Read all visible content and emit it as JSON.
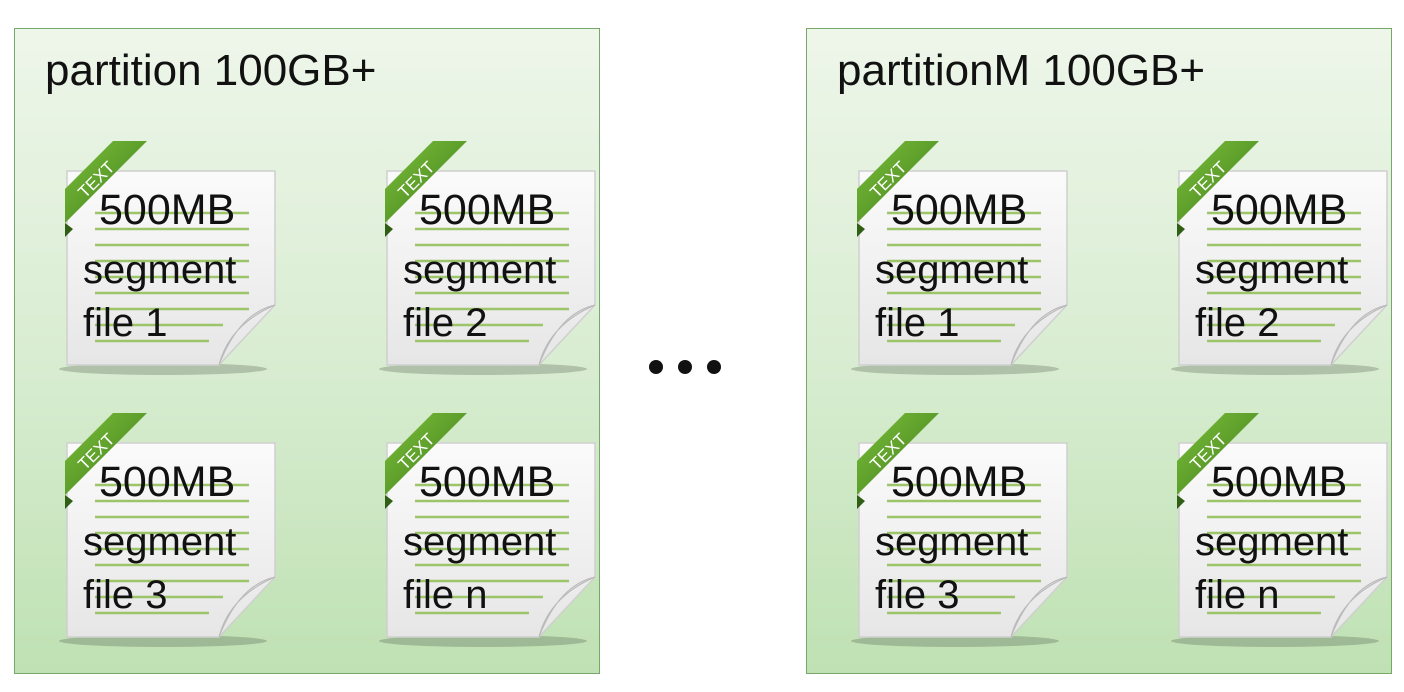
{
  "partitions": [
    {
      "title": "partition 100GB+",
      "files": [
        {
          "badge": "TEXT",
          "size": "500MB",
          "line1": "segment",
          "line2": "file 1"
        },
        {
          "badge": "TEXT",
          "size": "500MB",
          "line1": "segment",
          "line2": "file 2"
        },
        {
          "badge": "TEXT",
          "size": "500MB",
          "line1": "segment",
          "line2": "file 3"
        },
        {
          "badge": "TEXT",
          "size": "500MB",
          "line1": "segment",
          "line2": "file n"
        }
      ]
    },
    {
      "title": "partitionM 100GB+",
      "files": [
        {
          "badge": "TEXT",
          "size": "500MB",
          "line1": "segment",
          "line2": "file 1"
        },
        {
          "badge": "TEXT",
          "size": "500MB",
          "line1": "segment",
          "line2": "file 2"
        },
        {
          "badge": "TEXT",
          "size": "500MB",
          "line1": "segment",
          "line2": "file 3"
        },
        {
          "badge": "TEXT",
          "size": "500MB",
          "line1": "segment",
          "line2": "file n"
        }
      ]
    }
  ],
  "icons": {
    "file": "text-file-icon",
    "ellipsis": "ellipsis-icon"
  },
  "colors": {
    "partition_border": "#77a86a",
    "partition_fill_top": "#eef6ea",
    "partition_fill_bottom": "#bfe1b3",
    "badge_green": "#5a9a2a",
    "doc_line_green": "#9cc46a"
  }
}
